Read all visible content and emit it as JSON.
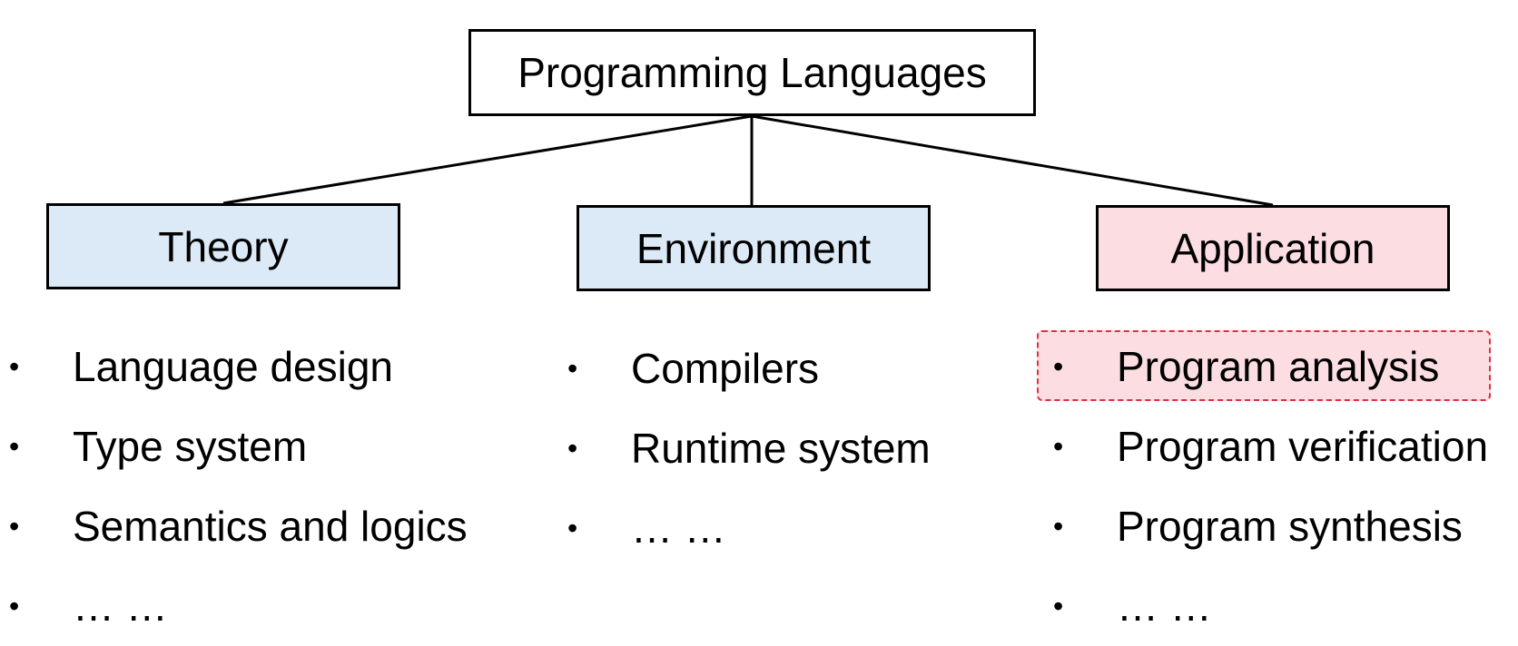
{
  "root": {
    "label": "Programming Languages"
  },
  "branches": [
    {
      "label": "Theory",
      "color": "#dce9f6",
      "items": [
        "Language design",
        "Type system",
        "Semantics and logics",
        "… …"
      ]
    },
    {
      "label": "Environment",
      "color": "#dce9f6",
      "items": [
        "Compilers",
        "Runtime system",
        "… …"
      ]
    },
    {
      "label": "Application",
      "color": "#fbdde2",
      "items": [
        "Program analysis",
        "Program verification",
        "Program synthesis",
        "… …"
      ],
      "highlighted_item": "Program analysis"
    }
  ],
  "bullet": "•",
  "highlight_color": "#d9333f"
}
